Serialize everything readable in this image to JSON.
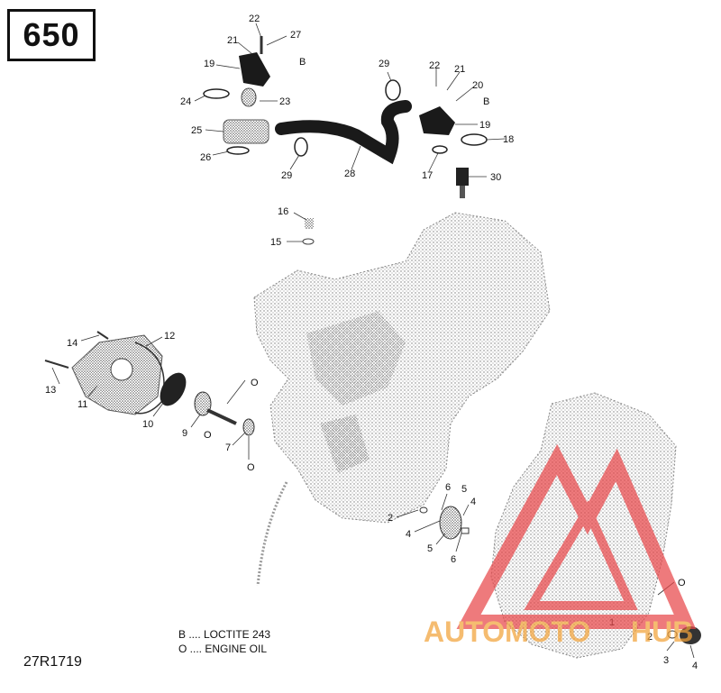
{
  "model": "650",
  "diagram_id": "27R1719",
  "legend": [
    {
      "code": "B",
      "text": "B .... LOCTITE 243"
    },
    {
      "code": "O",
      "text": "O .... ENGINE OIL"
    }
  ],
  "watermark": {
    "text_a": "AUTO",
    "text_b": "MOTO",
    "text_c": "HUB",
    "color_red": "#e8484a",
    "color_orange": "#f2a33a"
  },
  "callouts": [
    "22",
    "21",
    "27",
    "19",
    "B",
    "23",
    "24",
    "25",
    "26",
    "29",
    "28",
    "29",
    "22",
    "21",
    "20",
    "B",
    "19",
    "18",
    "17",
    "30",
    "16",
    "15",
    "14",
    "12",
    "13",
    "11",
    "10",
    "O",
    "9",
    "O",
    "7",
    "O",
    "6",
    "5",
    "4",
    "2",
    "4",
    "5",
    "6",
    "O",
    "1",
    "2",
    "3",
    "4"
  ]
}
